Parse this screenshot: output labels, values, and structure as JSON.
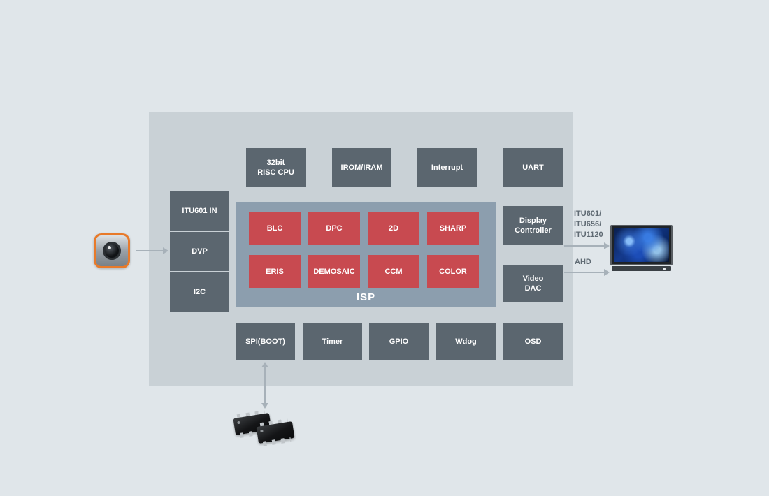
{
  "blocks": {
    "top": [
      {
        "label": "32bit\nRISC CPU"
      },
      {
        "label": "IROM/IRAM"
      },
      {
        "label": "Interrupt"
      },
      {
        "label": "UART"
      }
    ],
    "left": [
      {
        "label": "ITU601 IN"
      },
      {
        "label": "DVP"
      },
      {
        "label": "I2C"
      }
    ],
    "right": [
      {
        "label": "Display\nController"
      },
      {
        "label": "Video\nDAC"
      }
    ],
    "bottom": [
      {
        "label": "SPI(BOOT)"
      },
      {
        "label": "Timer"
      },
      {
        "label": "GPIO"
      },
      {
        "label": "Wdog"
      },
      {
        "label": "OSD"
      }
    ]
  },
  "isp": {
    "label": "ISP",
    "row1": [
      "BLC",
      "DPC",
      "2D",
      "SHARP"
    ],
    "row2": [
      "ERIS",
      "DEMOSAIC",
      "CCM",
      "COLOR"
    ]
  },
  "annotations": {
    "itu": "ITU601/\nITU656/\nITU1120",
    "ahd": "AHD"
  },
  "icons": {
    "camera": "camera-icon",
    "monitor": "monitor-icon",
    "flash": "flash-chip-icon"
  },
  "colors": {
    "background": "#e0e6ea",
    "panel": "#c9d1d6",
    "block": "#5b666f",
    "isp_panel": "#8c9eae",
    "module_red": "#c84a50",
    "arrow": "#a7b1b9",
    "annotation_text": "#5f6a73",
    "camera_accent": "#e87a2a"
  }
}
